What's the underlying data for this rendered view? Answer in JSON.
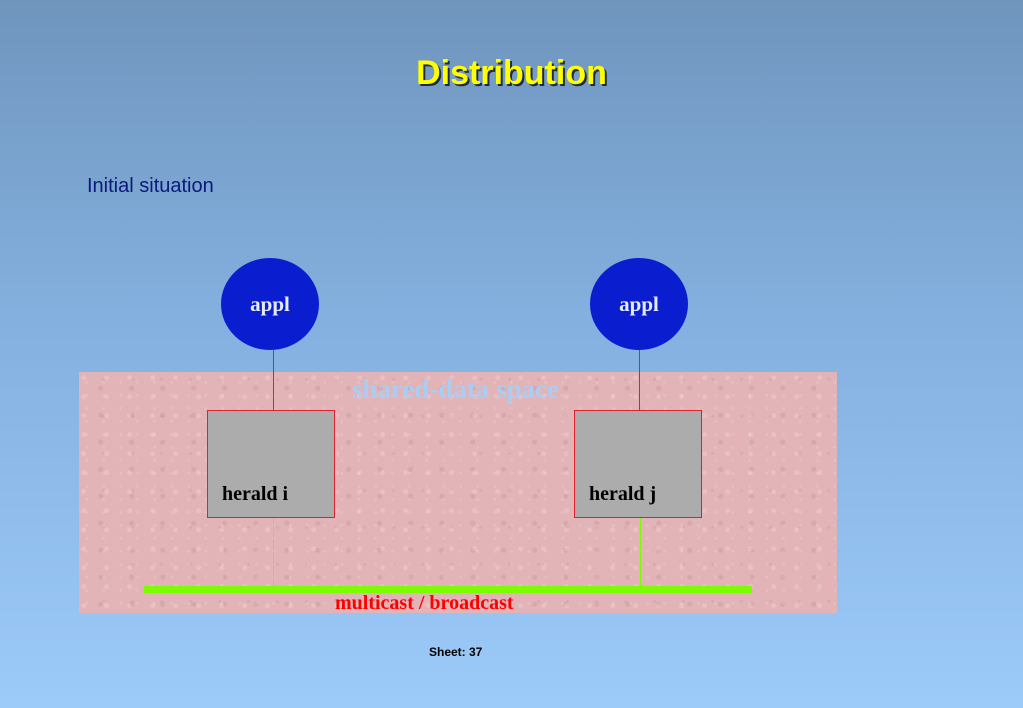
{
  "slide": {
    "title": "Distribution",
    "subtitle": "Initial situation",
    "sheet": "Sheet: 37"
  },
  "diagram": {
    "shared_space_label": "shared-data space",
    "nodes": {
      "appl_i": "appl",
      "appl_j": "appl",
      "herald_i": "herald i",
      "herald_j": "herald j"
    },
    "bus_label": "multicast / broadcast"
  },
  "colors": {
    "title": "#ffff00",
    "subtitle": "#0a1a7a",
    "appl_fill": "#0a1ecf",
    "herald_fill": "#acacac",
    "connector_red": "#e0202a",
    "bus_green": "#7cfc00",
    "bus_label": "#ff0000",
    "shared_space": "#e2b3b7"
  }
}
